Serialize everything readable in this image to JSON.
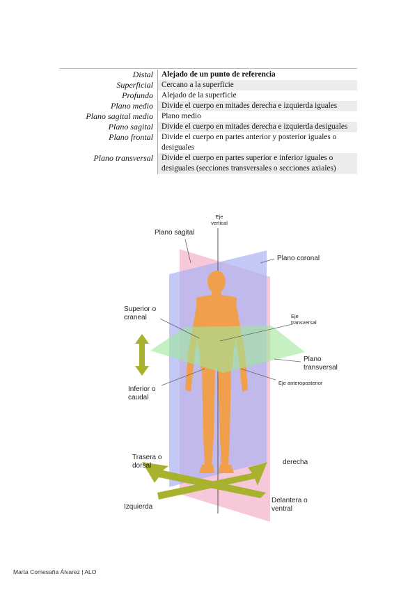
{
  "glossary": [
    {
      "term": "Distal",
      "definition": "Alejado de un punto de referencia"
    },
    {
      "term": "Superficial",
      "definition": "Cercano a la superficie"
    },
    {
      "term": "Profundo",
      "definition": "Alejado de la superficie"
    },
    {
      "term": "Plano medio",
      "definition": "Divide el cuerpo en mitades derecha e izquierda iguales"
    },
    {
      "term": "Plano sagital medio",
      "definition": "Plano medio"
    },
    {
      "term": "Plano sagital",
      "definition": "Divide el cuerpo en mitades derecha e izquierda desiguales"
    },
    {
      "term": "Plano frontal",
      "definition": "Divide el cuerpo en partes anterior y posterior iguales o desiguales"
    },
    {
      "term": "Plano transversal",
      "definition": "Divide el cuerpo en partes superior e inferior iguales o desiguales (secciones transversales o secciones axiales)"
    }
  ],
  "figure": {
    "labels": {
      "eje_vertical": "Eje vertical",
      "plano_sagital": "Plano sagital",
      "plano_coronal": "Plano coronal",
      "superior": "Superior o craneal",
      "eje_transversal": "Eje transversal",
      "plano_transversal": "Plano transversal",
      "eje_anteroposterior": "Eje anteroposterior",
      "inferior": "Inferior o caudal",
      "trasera": "Trasera o dorsal",
      "derecha": "derecha",
      "izquierda": "Izquierda",
      "delantera": "Delantera o ventral"
    },
    "colors": {
      "sagital_plane": "#f2aac4",
      "coronal_plane": "#aab2f2",
      "transverse_plane": "#9fe79a",
      "body": "#f0a04c",
      "arrow": "#a9b22e"
    }
  },
  "footer": "Marta Comesaña Álvarez | ALO"
}
